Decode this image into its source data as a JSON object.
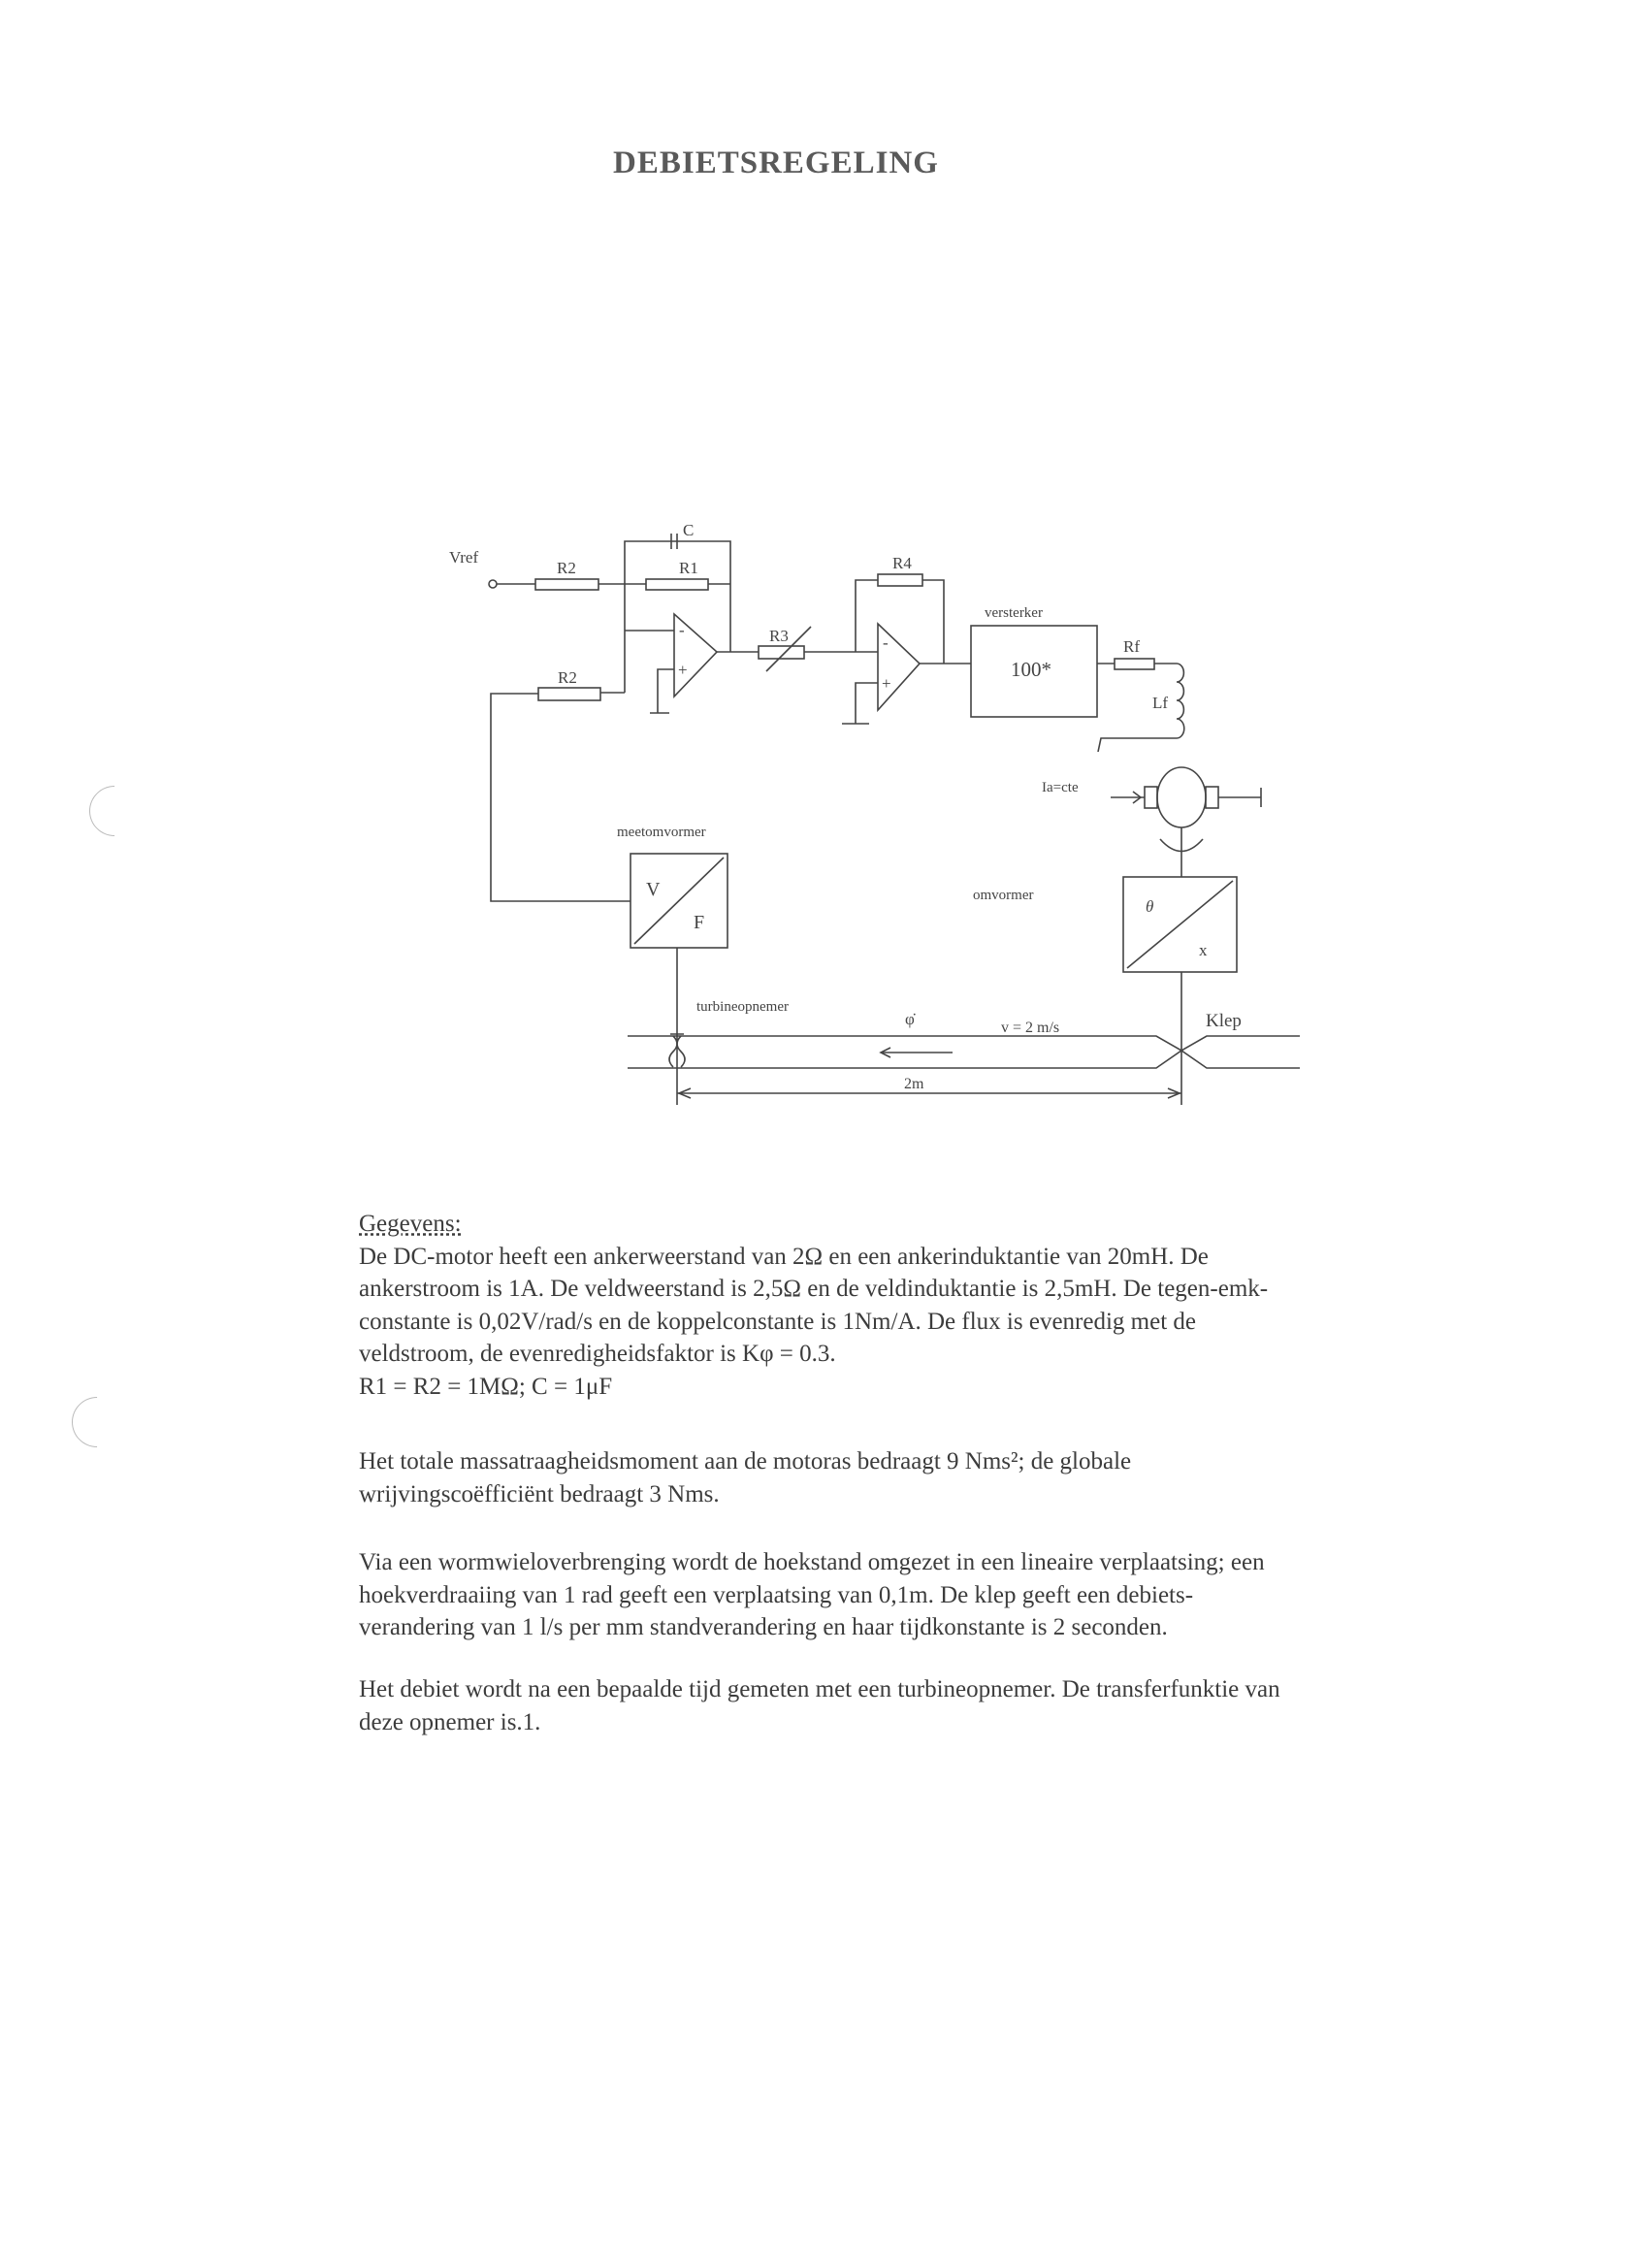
{
  "title": "DEBIETSREGELING",
  "diagram": {
    "vref": "Vref",
    "r2_top": "R2",
    "r1": "R1",
    "c": "C",
    "r2_bottom": "R2",
    "r3": "R3",
    "r4": "R4",
    "versterker": "versterker",
    "gain": "100*",
    "rf": "Rf",
    "lf": "Lf",
    "ia": "Ia=cte",
    "meetomvormer": "meetomvormer",
    "vf_v": "V",
    "vf_f": "F",
    "omvormer": "omvormer",
    "theta": "θ",
    "x": "x",
    "turbineopnemer": "turbineopnemer",
    "phi": "φ̇",
    "velocity": "v = 2 m/s",
    "klep": "Klep",
    "distance": "2m",
    "minus": "-",
    "plus": "+"
  },
  "gegevens": {
    "heading": "Gegevens:",
    "lines": [
      "De DC-motor heeft een ankerweerstand van 2Ω en een ankerinduktantie van 20mH. De",
      "ankerstroom is 1A. De veldweerstand is 2,5Ω en de veldinduktantie is 2,5mH. De tegen-emk-",
      "constante is 0,02V/rad/s en de koppelconstante is 1Nm/A. De flux is evenredig met de",
      "veldstroom, de evenredigheidsfaktor is Kφ = 0.3.",
      "R1 = R2 = 1MΩ; C = 1μF"
    ]
  },
  "paragraph2": {
    "lines": [
      "Het totale massatraagheidsmoment aan de motoras bedraagt 9 Nms²; de globale",
      "wrijvingscoëfficiënt bedraagt 3 Nms."
    ]
  },
  "paragraph3": {
    "lines": [
      "Via een wormwieloverbrenging wordt de hoekstand omgezet in een lineaire verplaatsing; een",
      "hoekverdraaiing van 1 rad geeft een verplaatsing van 0,1m. De klep geeft een debiets-",
      "verandering van 1 l/s per mm standverandering en haar tijdkonstante is 2 seconden."
    ]
  },
  "paragraph4": {
    "lines": [
      "Het debiet wordt na een bepaalde tijd gemeten met een turbineopnemer. De transferfunktie van",
      "deze opnemer is.1."
    ]
  }
}
